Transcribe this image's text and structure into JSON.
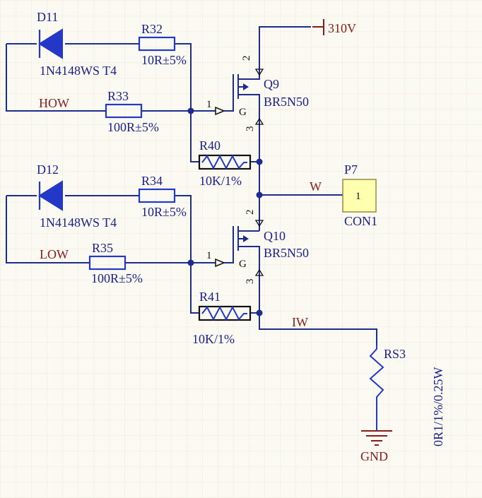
{
  "components": {
    "D11": {
      "ref": "D11",
      "value": "1N4148WS T4"
    },
    "D12": {
      "ref": "D12",
      "value": "1N4148WS T4"
    },
    "R32": {
      "ref": "R32",
      "value": "10R±5%"
    },
    "R33": {
      "ref": "R33",
      "value": "100R±5%"
    },
    "R34": {
      "ref": "R34",
      "value": "10R±5%"
    },
    "R35": {
      "ref": "R35",
      "value": "100R±5%"
    },
    "R40": {
      "ref": "R40",
      "value": "10K/1%"
    },
    "R41": {
      "ref": "R41",
      "value": "10K/1%"
    },
    "Q9": {
      "ref": "Q9",
      "value": "BR5N50",
      "gate": "G",
      "pin_gate": "1",
      "pin_drain": "2",
      "pin_source": "3"
    },
    "Q10": {
      "ref": "Q10",
      "value": "BR5N50",
      "gate": "G",
      "pin_gate": "1",
      "pin_drain": "2",
      "pin_source": "3"
    },
    "P7": {
      "ref": "P7",
      "value": "CON1",
      "pin": "1"
    },
    "RS3": {
      "ref": "RS3",
      "value": "0R1/1%/0.25W"
    }
  },
  "nets": {
    "supply": "310V",
    "high_in": "HOW",
    "low_in": "LOW",
    "output": "W",
    "sense": "IW",
    "ground": "GND"
  },
  "colors": {
    "background": "#fbfaf2",
    "grid": "#ece8d8",
    "wire": "#1c2d8f",
    "label": "#1a1f8c",
    "net_label": "#8b1a1a",
    "connector_fill": "#ffffb0"
  }
}
